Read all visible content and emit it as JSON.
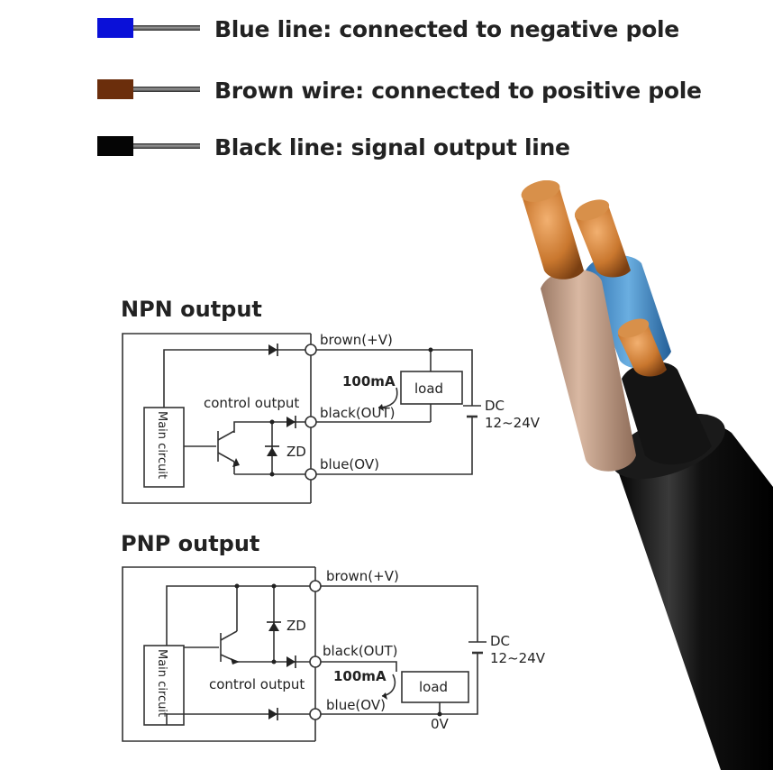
{
  "legend": [
    {
      "color": "#0a10d8",
      "label": "Blue line: connected to negative pole"
    },
    {
      "color": "#6b2e0c",
      "label": "Brown wire: connected to positive pole"
    },
    {
      "color": "#050505",
      "label": "Black line: signal output line"
    }
  ],
  "npn": {
    "title": "NPN output",
    "brown": "brown(+V)",
    "black": "black(OUT)",
    "blue": "blue(OV)",
    "control": "control output",
    "main": "Main circuit",
    "zener": "ZD",
    "current": "100mA",
    "load": "load",
    "dc": "DC",
    "voltage": "12~24V"
  },
  "pnp": {
    "title": "PNP output",
    "brown": "brown(+V)",
    "black": "black(OUT)",
    "blue": "blue(OV)",
    "control": "control output",
    "main": "Main circuit",
    "zener": "ZD",
    "current": "100mA",
    "load": "load",
    "dc": "DC",
    "voltage": "12~24V",
    "ground": "0V"
  },
  "cable": {
    "jacket_color": "#101010",
    "core_colors": [
      "#c9a48e",
      "#3d86c6",
      "#111111"
    ],
    "conductor_color": "#c9772e"
  }
}
